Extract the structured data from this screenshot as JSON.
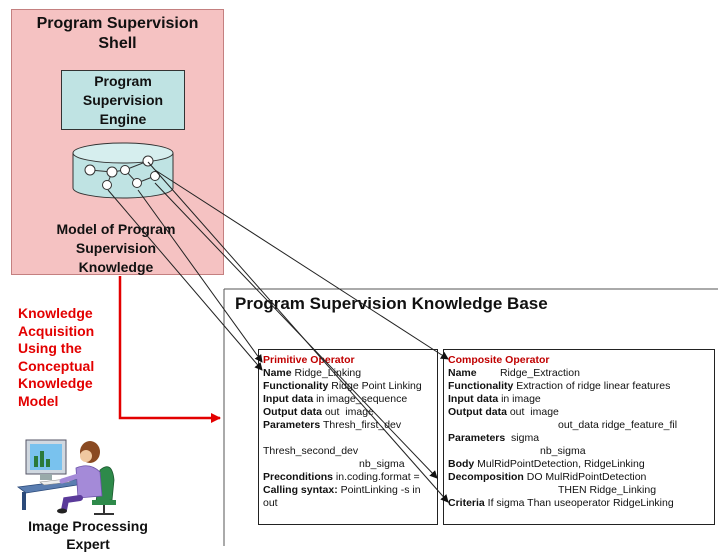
{
  "shell": {
    "title_line1": "Program Supervision",
    "title_line2": "Shell",
    "engine_line1": "Program",
    "engine_line2": "Supervision",
    "engine_line3": "Engine",
    "model_line1": "Model of Program",
    "model_line2": "Supervision",
    "model_line3": "Knowledge"
  },
  "kb_title": "Program Supervision Knowledge Base",
  "knowledge_acquisition": {
    "line1": "Knowledge",
    "line2": "Acquisition",
    "line3": "Using the",
    "line4": "Conceptual",
    "line5": "Knowledge",
    "line6": "Model",
    "color": "#e30000"
  },
  "expert": {
    "line1": "Image Processing",
    "line2": "Expert"
  },
  "primitive": {
    "header": "Primitive Operator",
    "name_label": "Name",
    "name_value": " Ridge_Linking",
    "func_label": "Functionality",
    "func_value": " Ridge Point Linking",
    "input_label": "Input data",
    "input_value": " in image_sequence",
    "output_label": "Output data",
    "output_value": " out  image",
    "param_label": "Parameters",
    "param_value": " Thresh_first_dev",
    "param2": "Thresh_second_dev",
    "param3": "nb_sigma",
    "pre_label": "Preconditions",
    "pre_value": " in.coding.format =",
    "call_label": "Calling syntax:",
    "call_value": " PointLinking -s in",
    "call_value2": "out"
  },
  "composite": {
    "header": "Composite Operator",
    "name_label": "Name",
    "name_value": "        Ridge_Extraction",
    "func_label": "Functionality",
    "func_value": " Extraction of ridge linear features",
    "input_label": "Input data",
    "input_value": " in image",
    "output_label": "Output data",
    "output_value": " out  image",
    "output2": "out_data ridge_feature_fil",
    "param_label": "Parameters",
    "param_value": "  sigma",
    "param2": "nb_sigma",
    "body_label": "Body",
    "body_value": " MulRidPointDetection, RidgeLinking",
    "decomp_label": "Decomposition",
    "decomp_value": " DO MulRidPointDetection",
    "decomp2": "THEN Ridge_Linking",
    "crit_label": "Criteria",
    "crit_value": " If sigma Than useoperator RidgeLinking"
  },
  "colors": {
    "shell_fill": "#f5c2c2",
    "engine_fill": "#bfe3e3",
    "database_fill": "#bfe3e3",
    "arrow_red": "#e30000",
    "header_red": "#c00000"
  }
}
